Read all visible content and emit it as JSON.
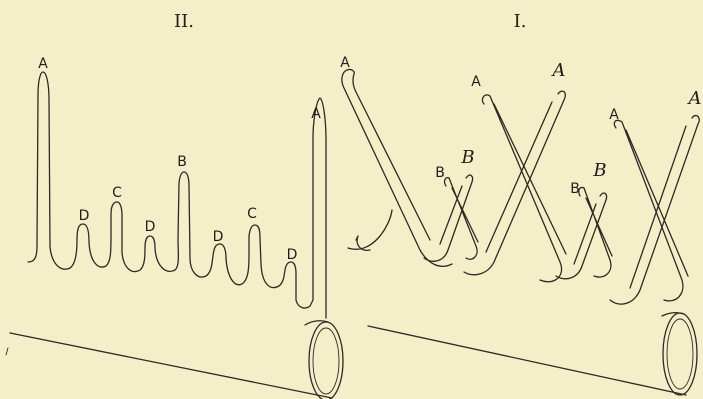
{
  "figure": {
    "left_panel": {
      "numeral": "II.",
      "labels": {
        "a_left": "A",
        "a_right": "A",
        "b": "B",
        "c_left": "C",
        "c_right": "C",
        "d1": "D",
        "d2": "D",
        "d3": "D",
        "d4": "D"
      }
    },
    "right_panel": {
      "numeral": "I.",
      "labels": {
        "a1": "A",
        "a2": "A",
        "a3": "A",
        "a2_italic": "A",
        "a3_italic": "A",
        "b1": "B",
        "b1_italic": "B",
        "b2": "B",
        "b2_italic": "B"
      }
    }
  }
}
